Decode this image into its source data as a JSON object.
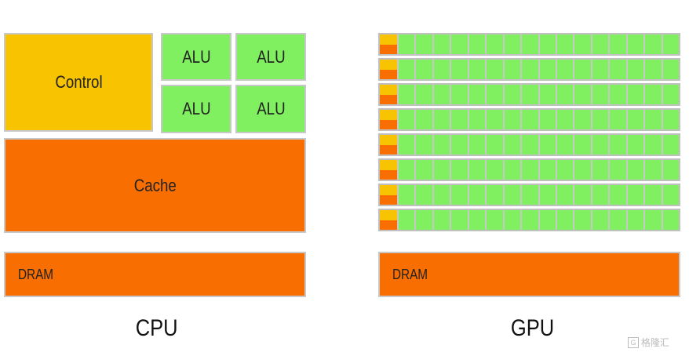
{
  "cpu": {
    "label": "CPU",
    "control": "Control",
    "alus": [
      "ALU",
      "ALU",
      "ALU",
      "ALU"
    ],
    "cache": "Cache",
    "dram": "DRAM"
  },
  "gpu": {
    "label": "GPU",
    "rows": 8,
    "cores_per_row": 16,
    "dram": "DRAM"
  },
  "watermark": "格隆汇",
  "colors": {
    "control": "#f8c300",
    "alu": "#80f060",
    "cache": "#f86e00",
    "dram": "#f86e00"
  }
}
